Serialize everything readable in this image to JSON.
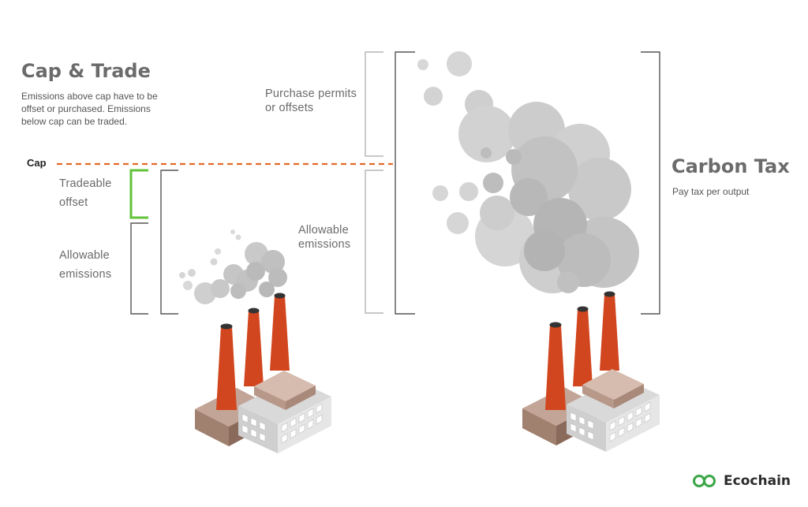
{
  "cap_trade": {
    "title": "Cap & Trade",
    "description_lines": [
      "Emissions above cap have to be",
      "offset or purchased. Emissions",
      "below cap can be traded."
    ],
    "cap_label": "Cap",
    "tradeable_lines": [
      "Tradeable",
      "offset"
    ],
    "allowable_lines": [
      "Allowable",
      "emissions"
    ]
  },
  "carbon_tax": {
    "title": "Carbon Tax",
    "description": "Pay tax per output",
    "purchase_lines": [
      "Purchase permits",
      "or offsets"
    ],
    "allowable_lines": [
      "Allowable",
      "emissions"
    ]
  },
  "brand": {
    "name": "Ecochain"
  },
  "colors": {
    "cap_line": "#e06a2a",
    "tradeable_bracket": "#62c23a",
    "bracket": "#555555",
    "bracket_light": "#b5b5b5",
    "chimney": "#d1461f",
    "smoke_light": "#dcdcdc",
    "smoke_dark": "#b7b7b7",
    "brand_green": "#3aa647"
  }
}
